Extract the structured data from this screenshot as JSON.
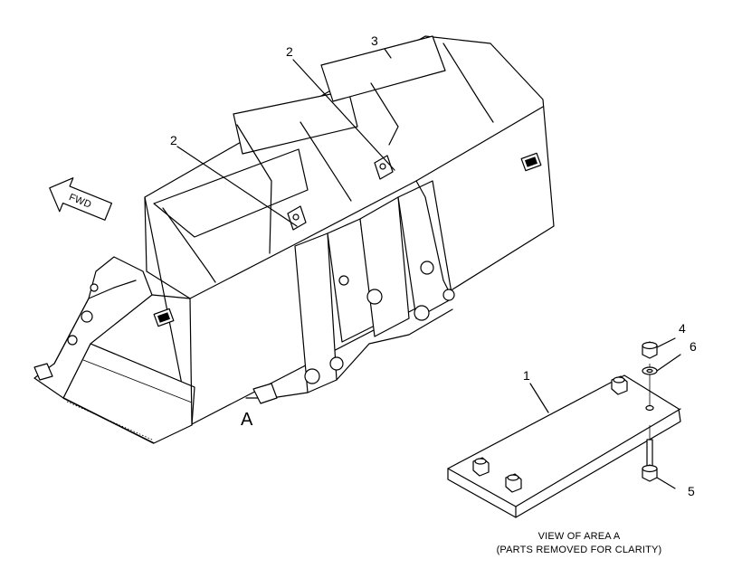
{
  "callouts": {
    "c1": "1",
    "c2a": "2",
    "c2b": "2",
    "c3": "3",
    "c4": "4",
    "c5": "5",
    "c6": "6"
  },
  "area_marker": "A",
  "fwd_arrow": "FWD",
  "caption": {
    "line1": "VIEW OF AREA  A",
    "line2": "(PARTS REMOVED FOR CLARITY)"
  },
  "icons": {
    "brand_badge": "cat-logo-icon",
    "fwd_arrow": "forward-arrow-icon"
  },
  "colors": {
    "ink": "#000000",
    "paper": "#ffffff"
  }
}
